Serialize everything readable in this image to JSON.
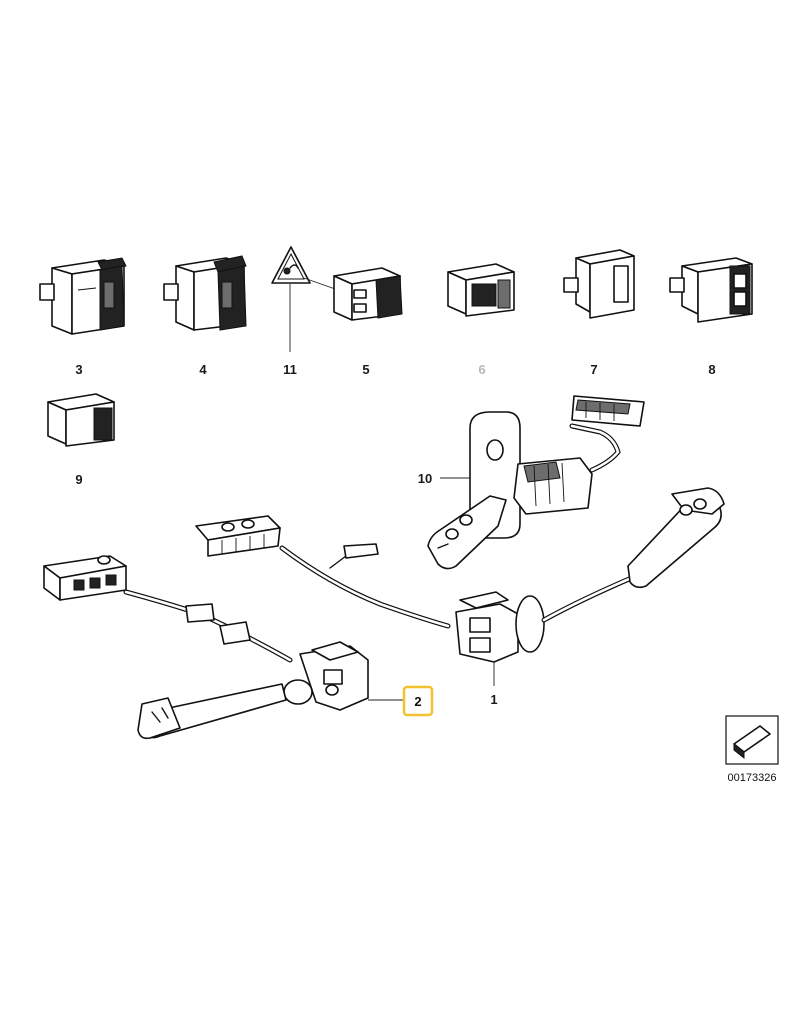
{
  "labels": {
    "p1": "1",
    "p2": "2",
    "p3": "3",
    "p4": "4",
    "p5": "5",
    "p6": "6",
    "p7": "7",
    "p8": "8",
    "p9": "9",
    "p10": "10",
    "p11": "11"
  },
  "highlighted_part": "2",
  "dimmed_part": "6",
  "highlight_color": "#f2c230",
  "reference_id": "00173326"
}
